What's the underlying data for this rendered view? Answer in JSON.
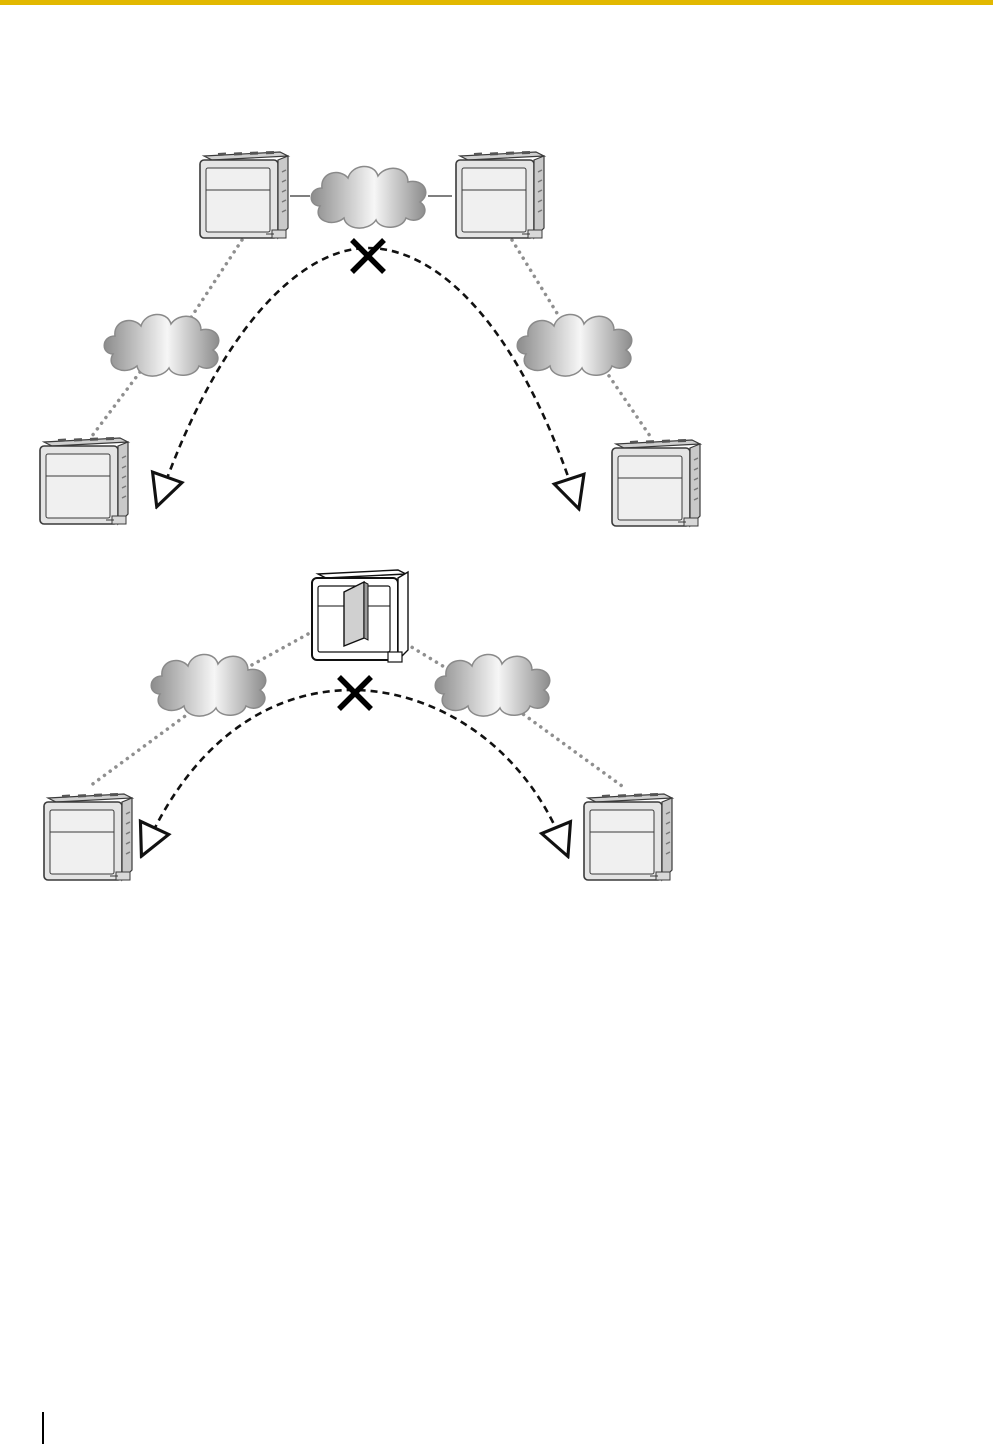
{
  "colors": {
    "accent_rule": "#e2b800",
    "cloud_light": "#f4f4f4",
    "cloud_dark": "#8c8c8c",
    "cloud_stroke": "#8a8a8a",
    "unit_body": "#dcdcdc",
    "unit_face": "#ededed",
    "unit_stroke": "#3a3a3a",
    "dotted_link": "#8f8f8f",
    "dashed_arrow": "#111111",
    "blocked_mark": "#000000",
    "highlight_unit": "#ffffff"
  },
  "icons": {
    "server_unit": "pbx-server-unit-icon",
    "network_cloud": "network-cloud-icon",
    "blocked": "x-mark-icon",
    "card_insert": "card-insert-icon"
  },
  "diagrams": [
    {
      "id": "top",
      "nodes": [
        "upper-left-unit",
        "upper-right-unit",
        "lower-left-unit",
        "lower-right-unit"
      ],
      "clouds": [
        "center-cloud",
        "left-cloud",
        "right-cloud"
      ],
      "route_blocked": true
    },
    {
      "id": "bottom",
      "nodes": [
        "center-unit-with-card",
        "lower-left-unit",
        "lower-right-unit"
      ],
      "clouds": [
        "left-cloud",
        "right-cloud"
      ],
      "route_blocked": true
    }
  ]
}
